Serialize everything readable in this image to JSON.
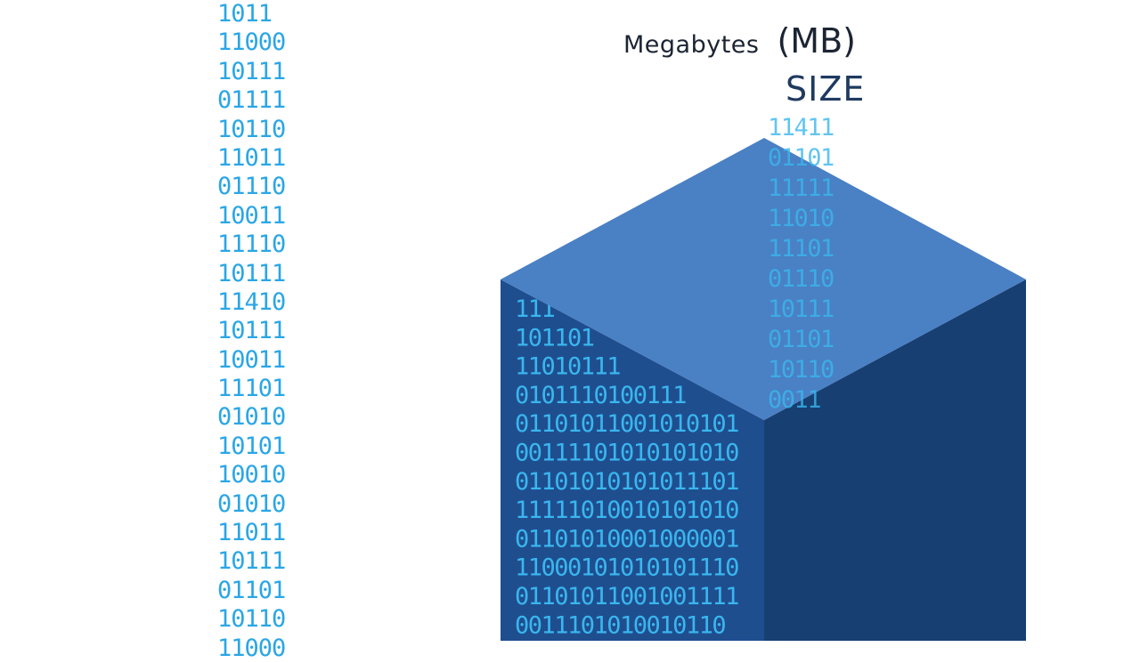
{
  "binary_column": [
    "1011",
    "11000",
    "10111",
    "01111",
    "10110",
    "11011",
    "01110",
    "10011",
    "11110",
    "10111",
    "11410",
    "10111",
    "10011",
    "11101",
    "01010",
    "10101",
    "10010",
    "01010",
    "11011",
    "10111",
    "01101",
    "10110",
    "11000"
  ],
  "title": {
    "word": "Megabytes",
    "unit": "(MB)"
  },
  "size_label": "SIZE",
  "cube": {
    "top_color": "#4a80c4",
    "left_face_color": "#1f4e8f",
    "right_face_color": "#173f72",
    "front_rows": [
      "111",
      "101101",
      "11010111",
      "0101110100111",
      "01101011001010101",
      "00111101010101010",
      "01101010101011101",
      "11111010010101010",
      "01101010001000001",
      "11000101010101110",
      "01101011001001111",
      "0011101010010110"
    ],
    "tower_rows": [
      "11411",
      "01101",
      "11111",
      "11010",
      "11101",
      "01110",
      "10111",
      "01101",
      "10110",
      "0011"
    ]
  },
  "colors": {
    "binary_text": "#2aa6e6",
    "title_text": "#1b2433",
    "size_text": "#1f3a5f"
  }
}
